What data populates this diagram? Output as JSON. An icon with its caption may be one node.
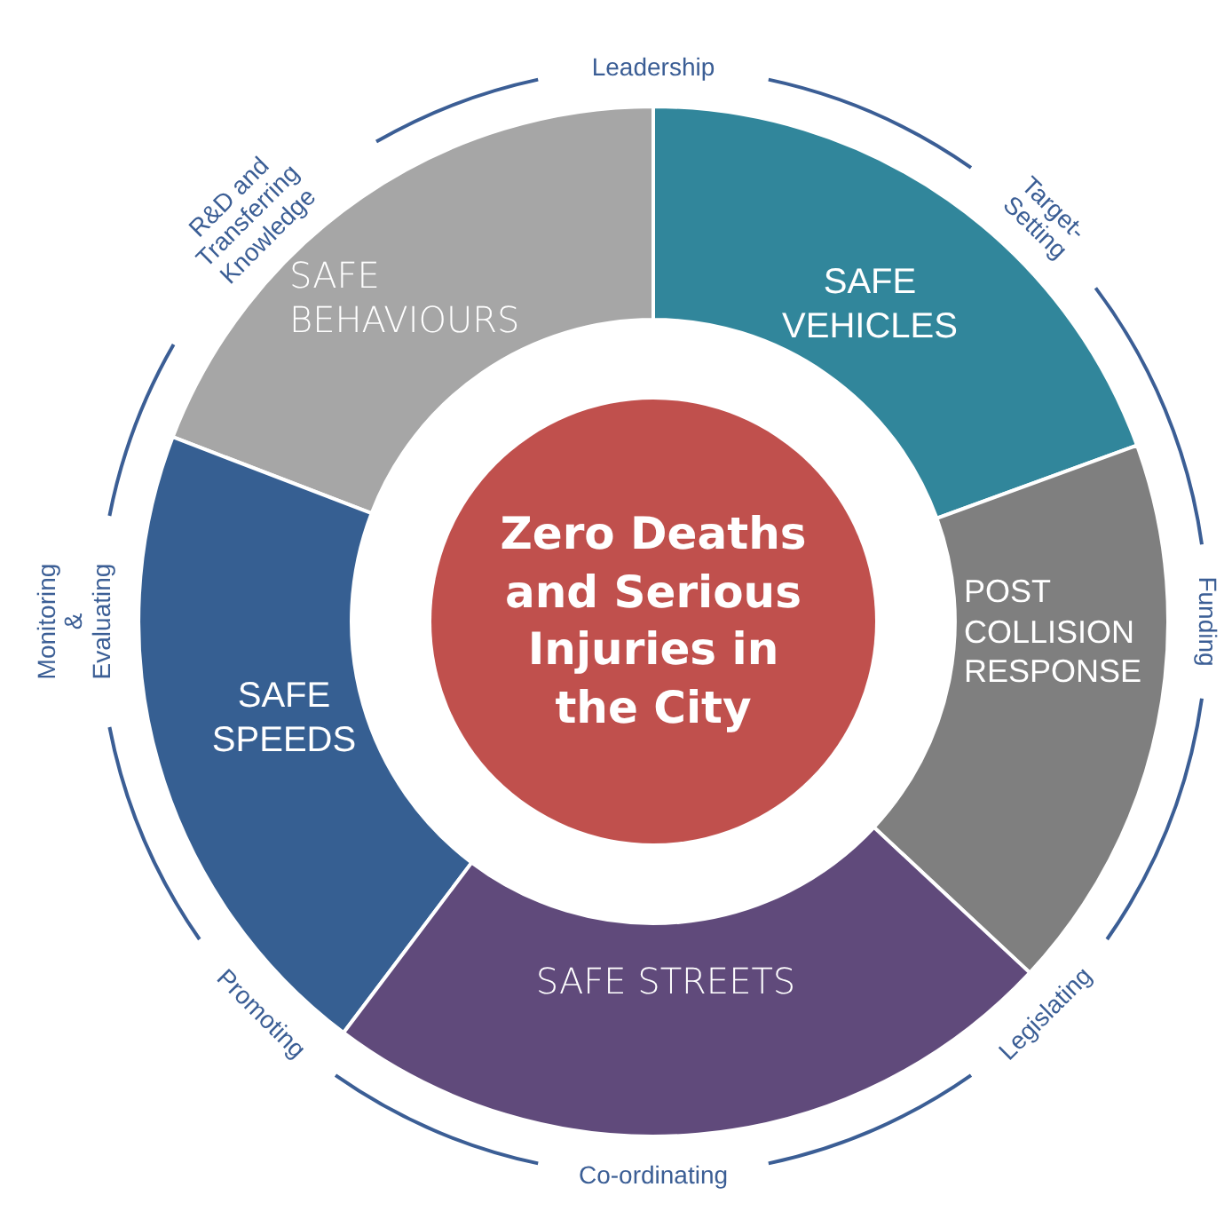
{
  "diagram": {
    "nodes": [
      {
        "text": [
          "SAFE BEHAVIOURS"
        ]
      },
      {
        "text": [
          "SAFE VEHICLES"
        ]
      },
      {
        "text": [
          "Zero Deaths and Serious Injuries in the City"
        ]
      },
      {
        "text": [
          "POST COLLISION RESPONSE"
        ]
      },
      {
        "text": [
          "SAFE SPEEDS"
        ]
      },
      {
        "text": [
          "SAFE STREETS"
        ]
      }
    ],
    "edges": [],
    "labels": [
      "Leadership",
      "R&D and Transferring Knowledge",
      "Target-Setting",
      "Monitoring & Evaluating",
      "Funding",
      "Promoting",
      "Legislating",
      "Co-ordinating"
    ]
  }
}
